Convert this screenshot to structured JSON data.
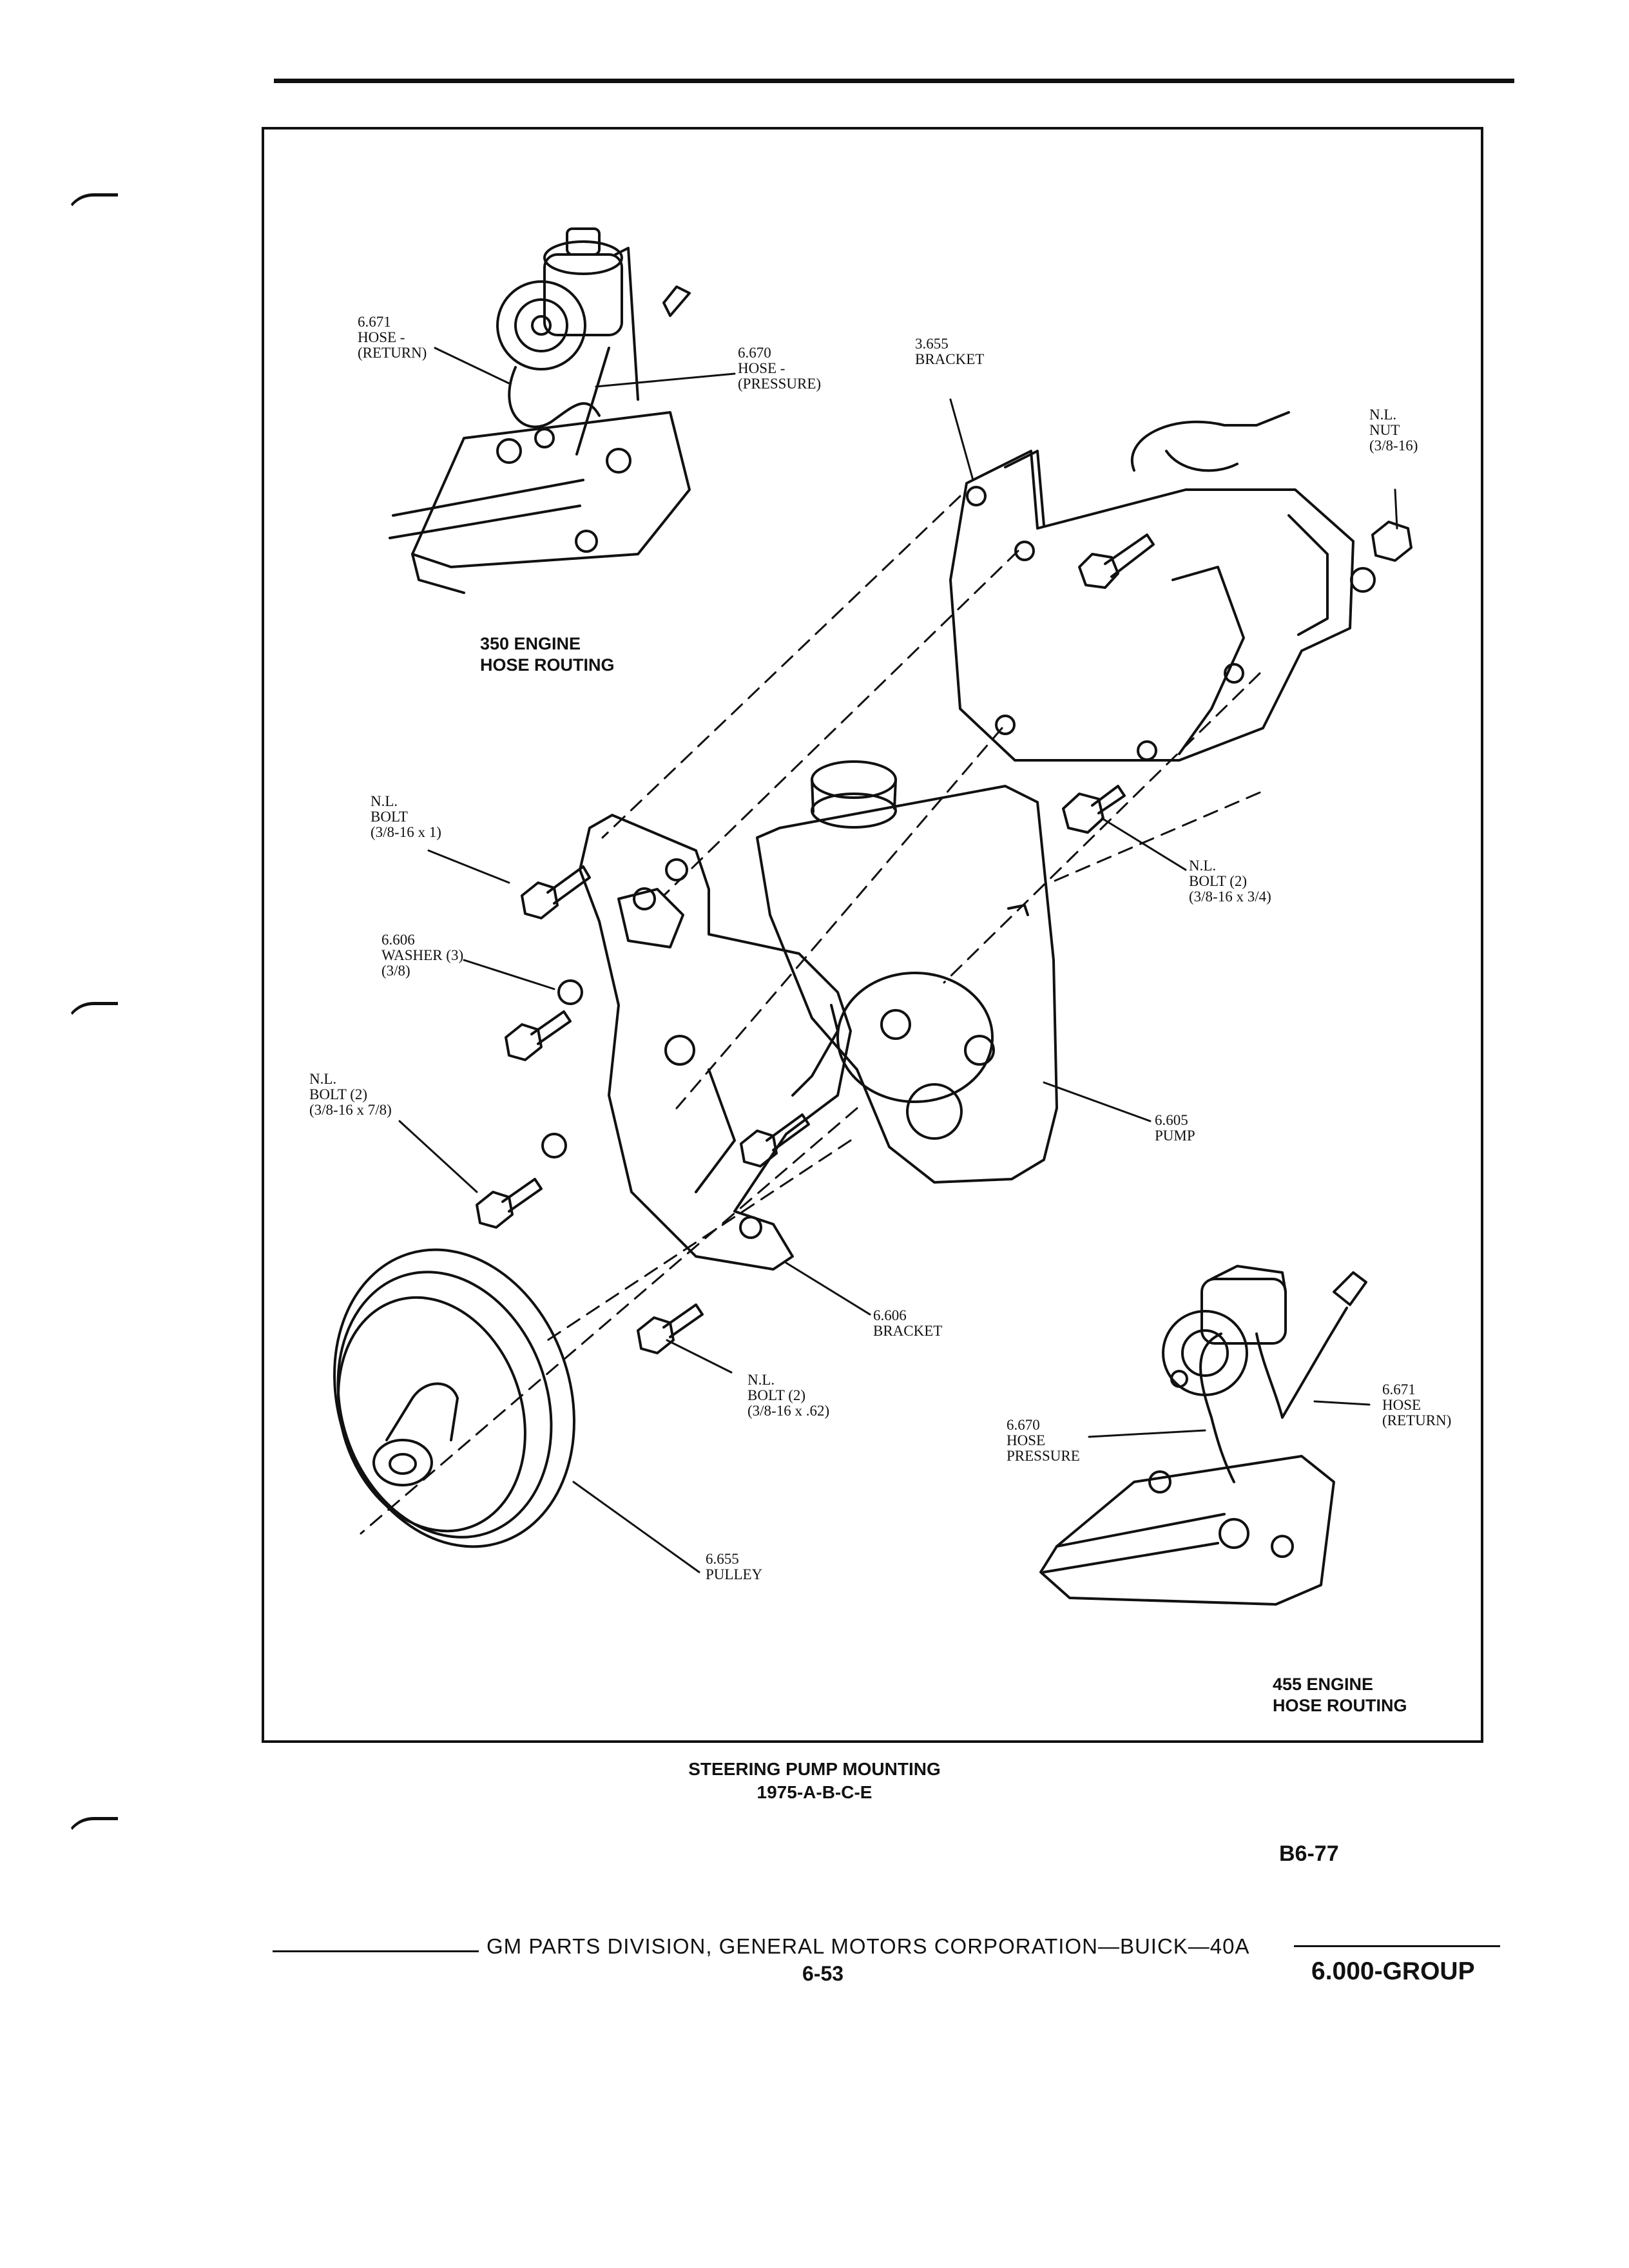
{
  "labels": {
    "hose_return_top": [
      "6.671",
      "HOSE -",
      "(RETURN)"
    ],
    "hose_pressure_top": [
      "6.670",
      "HOSE -",
      "(PRESSURE)"
    ],
    "bracket_3655": [
      "3.655",
      "BRACKET"
    ],
    "nut": [
      "N.L.",
      "NUT",
      "(3/8-16)"
    ],
    "bolt_1": [
      "N.L.",
      "BOLT",
      "(3/8-16 x 1)"
    ],
    "washer": [
      "6.606",
      "WASHER (3)",
      "(3/8)"
    ],
    "bolt_78": [
      "N.L.",
      "BOLT (2)",
      "(3/8-16 x 7/8)"
    ],
    "bolt_34": [
      "N.L.",
      "BOLT (2)",
      "(3/8-16 x 3/4)"
    ],
    "pump": [
      "6.605",
      "PUMP"
    ],
    "bracket_6606": [
      "6.606",
      "BRACKET"
    ],
    "bolt_62": [
      "N.L.",
      "BOLT (2)",
      "(3/8-16 x .62)"
    ],
    "pulley": [
      "6.655",
      "PULLEY"
    ],
    "hose_pressure_bottom": [
      "6.670",
      "HOSE",
      "PRESSURE"
    ],
    "hose_return_bottom": [
      "6.671",
      "HOSE",
      "(RETURN)"
    ]
  },
  "routing_350": [
    "350 ENGINE",
    "HOSE ROUTING"
  ],
  "routing_455": [
    "455 ENGINE",
    "HOSE ROUTING"
  ],
  "caption": [
    "STEERING PUMP MOUNTING",
    "1975-A-B-C-E"
  ],
  "figure_number": "B6-77",
  "footer": {
    "text": "GM PARTS DIVISION,  GENERAL MOTORS CORPORATION—BUICK—40A",
    "page": "6-53",
    "group": "6.000-GROUP"
  }
}
